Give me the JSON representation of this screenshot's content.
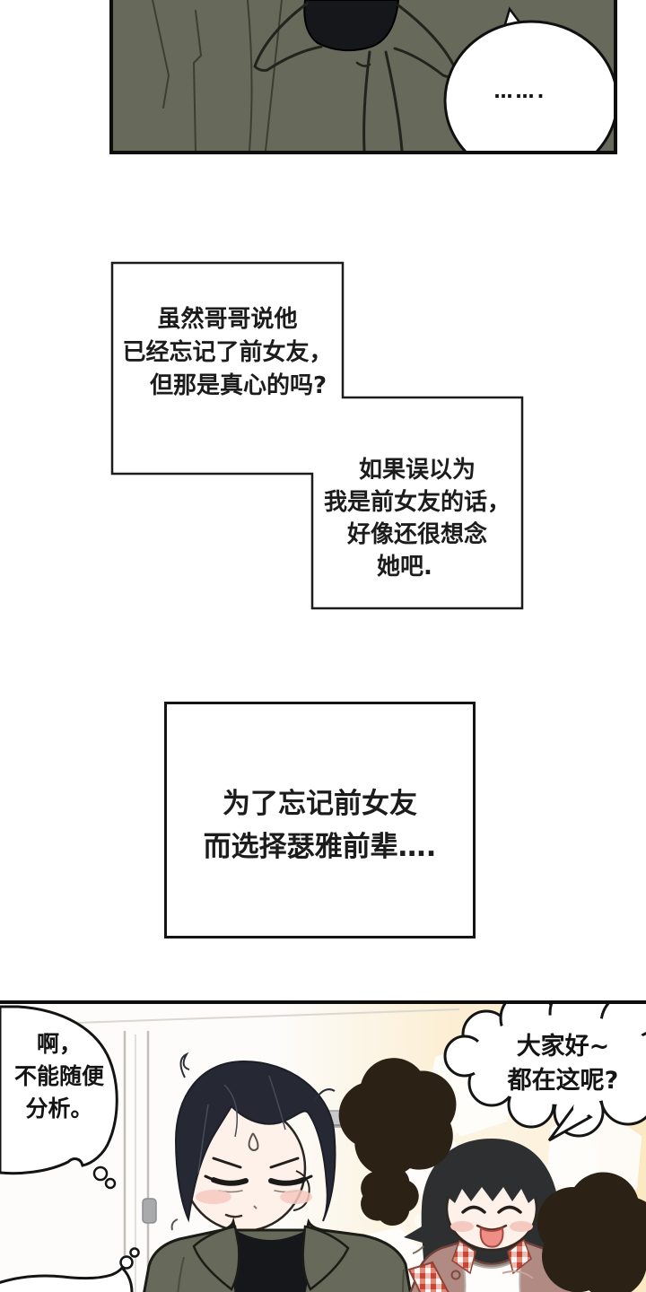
{
  "top_panel": {
    "speech_bubble_text": "……."
  },
  "narration_boxes": [
    {
      "lines": [
        "虽然哥哥说他",
        "已经忘记了前女友，",
        "但那是真心的吗?"
      ]
    },
    {
      "lines": [
        "如果误以为",
        "我是前女友的话，",
        "好像还很想念",
        "她吧."
      ]
    },
    {
      "lines": [
        "为了忘记前女友",
        "而选择瑟雅前辈…."
      ]
    }
  ],
  "bottom_panel": {
    "thought_bubble_lines": [
      "啊，",
      "不能随便",
      "分析。"
    ],
    "speech_bubble_lines": [
      "大家好~",
      "都在这呢?"
    ]
  },
  "colors": {
    "ink": "#141414",
    "panel_border": "#0d0d0d",
    "jacket": "#67695b",
    "jacket_line": "#3c3e33",
    "turtleneck": "#16171b",
    "boy_hair": "#262933",
    "skin": "#fdf1ea",
    "blush": "#f6c9c0",
    "girl_hair": "#2d2f30",
    "girl_jacket": "#b18a84",
    "girl_jacket_line": "#6e4238",
    "tongue": "#ee8e86",
    "star": "#f9d54f",
    "star_edge": "#2b2114",
    "glow": "#fbe9c4",
    "wall": "#fdfcfa",
    "rail_gray": "#c6c8ca",
    "door_gray": "#c2bfba",
    "bubble_fill": "#ffffff"
  }
}
